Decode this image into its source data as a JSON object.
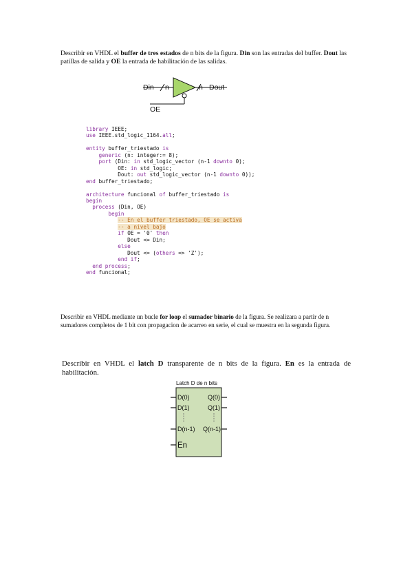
{
  "exercise1": {
    "t1": "Describir en VHDL el ",
    "b1": "buffer de tres estados",
    "t2": " de n bits de la figura. ",
    "b2": "Din",
    "t3": " son las entradas del buffer. ",
    "b3": "Dout",
    "t4": " las patillas de salida y ",
    "b4": "OE",
    "t5": " la entrada de habilitación de las salidas."
  },
  "buffer_figure": {
    "din": "Din",
    "n_in": "n",
    "n_out": "n",
    "dout": "Dout",
    "oe": "OE"
  },
  "code": {
    "l1_kw": "library",
    "l1_rest": " IEEE;",
    "l2_kw": "use",
    "l2_a": " IEEE.std_logic_1164.",
    "l2_kw2": "all",
    "l2_b": ";",
    "l3_kw": "entity",
    "l3_a": " buffer_triestado ",
    "l3_kw2": "is",
    "l4_kw": "generic",
    "l4_a": " (n: integer:= 8);",
    "l5_kw": "port",
    "l5_a": " (Din: ",
    "l5_kw2": "in",
    "l5_b": " std_logic_vector (n-1 ",
    "l5_kw3": "downto",
    "l5_c": " 0);",
    "l6_a": "OE: ",
    "l6_kw": "in",
    "l6_b": " std_logic;",
    "l7_a": "Dout: ",
    "l7_kw": "out",
    "l7_b": " std_logic_vector (n-1 ",
    "l7_kw2": "downto",
    "l7_c": " 0));",
    "l8_kw": "end",
    "l8_a": " buffer_triestado;",
    "l9_kw": "architecture",
    "l9_a": " funcional ",
    "l9_kw2": "of",
    "l9_b": " buffer_triestado ",
    "l9_kw3": "is",
    "l10_kw": "begin",
    "l11_kw": "process",
    "l11_a": " (Din, OE)",
    "l12_kw": "begin",
    "l13_cm": "-- En el buffer triestado, OE se activa",
    "l14_cm": "-- a nivel bajo",
    "l15_kw": "if",
    "l15_a": " OE = '0' ",
    "l15_kw2": "then",
    "l16_a": "Dout <= Din;",
    "l17_kw": "else",
    "l18_a": "Dout <= (",
    "l18_kw": "others",
    "l18_b": " => 'Z');",
    "l19_kw": "end if",
    "l19_a": ";",
    "l20_kw": "end process",
    "l20_a": ";",
    "l21_kw": "end",
    "l21_a": " funcional;"
  },
  "exercise2": {
    "t1": "Describir en VHDL mediante un bucle ",
    "b1": "for loop",
    "t2": " el ",
    "b2": "sumador binario",
    "t3": " de la figura. Se realizara a partir de n sumadores completos de 1 bit con propagacion de acarreo en serie, el cual se muestra en la segunda figura."
  },
  "exercise3": {
    "t1": "Describir en VHDL el ",
    "b1": "latch D",
    "t2": " transparente de n bits de la figura. ",
    "b2": "En",
    "t3": " es la entrada de habilitación."
  },
  "latch_figure": {
    "title": "Latch D de n bits",
    "d0": "D(0)",
    "d1": "D(1)",
    "dn": "D(n-1)",
    "q0": "Q(0)",
    "q1": "Q(1)",
    "qn": "Q(n-1)",
    "en": "En",
    "fill_color": "#cfe0b8"
  }
}
